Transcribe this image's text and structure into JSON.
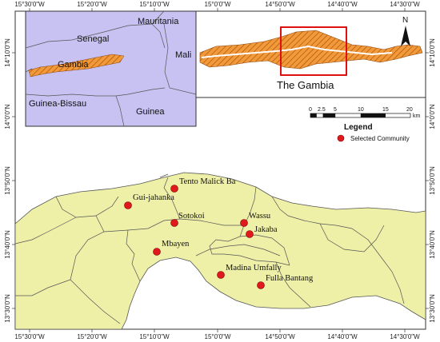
{
  "axes": {
    "top": [
      "15°30'0\"W",
      "15°20'0\"W",
      "15°10'0\"W",
      "15°0'0\"W",
      "14°50'0\"W",
      "14°40'0\"W",
      "14°30'0\"W"
    ],
    "bottom": [
      "15°30'0\"W",
      "15°20'0\"W",
      "15°10'0\"W",
      "15°0'0\"W",
      "14°50'0\"W",
      "14°40'0\"W",
      "14°30'0\"W"
    ],
    "left": [
      "14°10'0\"N",
      "14°0'0\"N",
      "13°50'0\"N",
      "13°40'0\"N",
      "13°30'0\"N"
    ],
    "right": [
      "14°10'0\"N",
      "14°0'0\"N",
      "13°50'0\"N",
      "13°40'0\"N",
      "13°30'0\"N"
    ]
  },
  "inset_countries": [
    "Mauritania",
    "Senegal",
    "Mali",
    "Gambia",
    "Guinea-Bissau",
    "Guinea"
  ],
  "country_title": "The Gambia",
  "north": "N",
  "scale": {
    "ticks": [
      "0",
      "2.5",
      "5",
      "10",
      "15",
      "20"
    ],
    "unit": "km"
  },
  "legend": {
    "title": "Legend",
    "item": "Selected Community"
  },
  "communities": [
    "Tento Malick Ba",
    "Gui-jahanka",
    "Sotokoi",
    "Wassu",
    "Jakaba",
    "Mbayen",
    "Madina Umfally",
    "Fulla Bantang"
  ],
  "colors": {
    "inset_bg": "#c8c2f2",
    "region_fill": "#eef0a8",
    "gambia_fill": "#f08a24",
    "marker": "#e0191c",
    "frame_red": "#e01010"
  }
}
